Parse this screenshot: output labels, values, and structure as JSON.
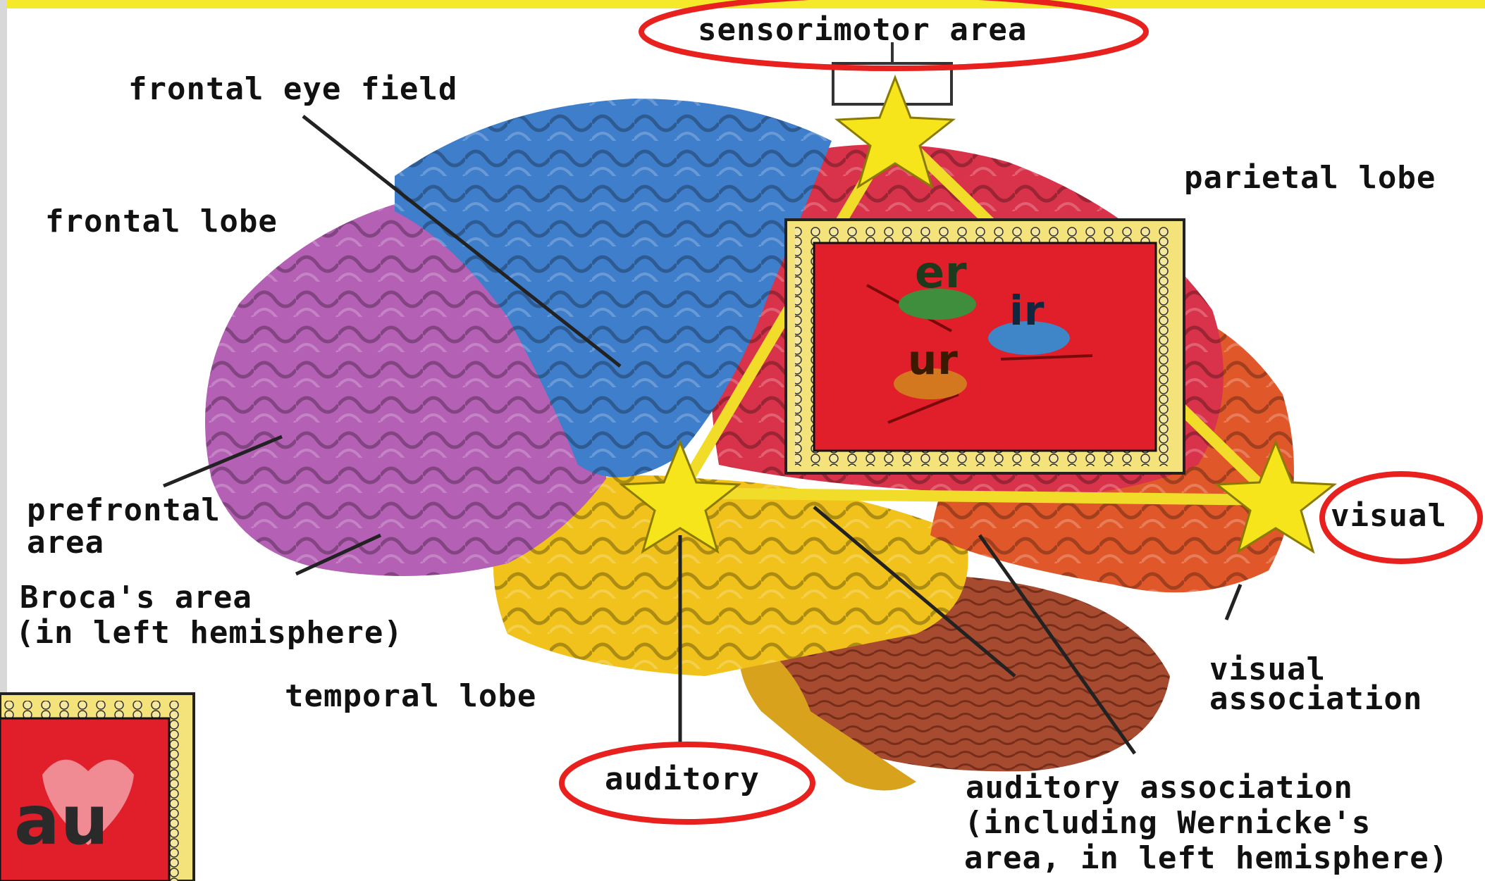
{
  "labels": {
    "sensorimotor": "sensorimotor area",
    "frontal_eye_field": "frontal eye field",
    "frontal_lobe": "frontal lobe",
    "parietal_lobe": "parietal lobe",
    "prefrontal_line1": "prefrontal",
    "prefrontal_line2": "area",
    "broca_line1": "Broca's area",
    "broca_line2": "(in left hemisphere)",
    "temporal_lobe": "temporal lobe",
    "visual": "visual",
    "visual_assoc_line1": "visual",
    "visual_assoc_line2": "association",
    "auditory": "auditory",
    "auditory_assoc_line1": "auditory association",
    "auditory_assoc_line2": "(including Wernicke's",
    "auditory_assoc_line3": "area, in left hemisphere)"
  },
  "cards": {
    "center": [
      "er",
      "ir",
      "ur"
    ],
    "corner": "au"
  },
  "colors": {
    "highlight_ellipse": "#e8201e",
    "star": "#f6e51a",
    "connector": "#f1dc2a",
    "card_red": "#e01f2a",
    "card_border": "#f3e37a",
    "frontal_lobe": "#b460b4",
    "motor_region": "#3f7ecb",
    "parietal_lobe": "#d8334a",
    "occipital_lobe": "#e0582a",
    "temporal_lobe": "#f0c21b",
    "cerebellum": "#a64a30"
  }
}
